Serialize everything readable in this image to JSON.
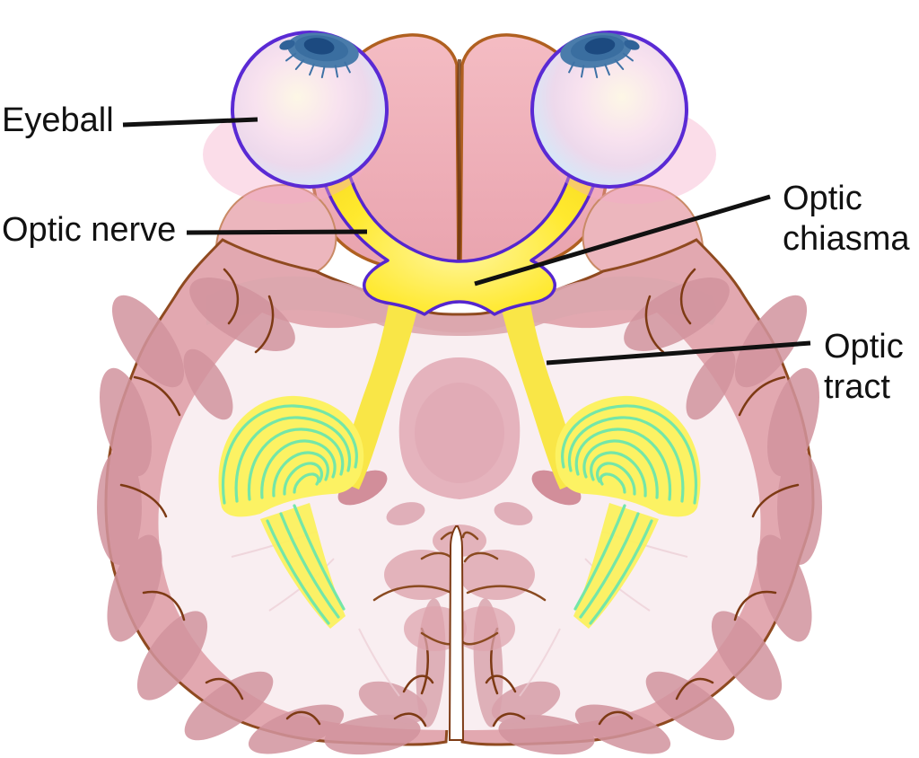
{
  "labels": {
    "eyeball": "Eyeball",
    "optic_nerve": "Optic nerve",
    "optic_chiasma": {
      "line1": "Optic",
      "line2": "chiasma"
    },
    "optic_tract": {
      "line1": "Optic",
      "line2": "tract"
    }
  },
  "colors": {
    "background": "#ffffff",
    "label_text": "#111111",
    "leader_line": "#111111",
    "nerve_yellow": "#ffe92e",
    "nerve_outline_purple": "#5526cf",
    "tract_yellow": "#f9e647",
    "radiation_yellow": "#fcf263",
    "radiation_green": "#74e6a8",
    "eyeball_outline": "#5a2ad4",
    "iris_blue": "#4a7cab",
    "pupil_blue": "#1c4a80",
    "frontal_lobe_pink": "#f0b6bf",
    "temporal_pole_pink": "#ecb6bd",
    "cortex_pink": "#e2a8b0",
    "gyrus_pink": "#d2949e",
    "white_matter": "#f9eef1",
    "brain_outline_brown": "#8f4a20"
  }
}
